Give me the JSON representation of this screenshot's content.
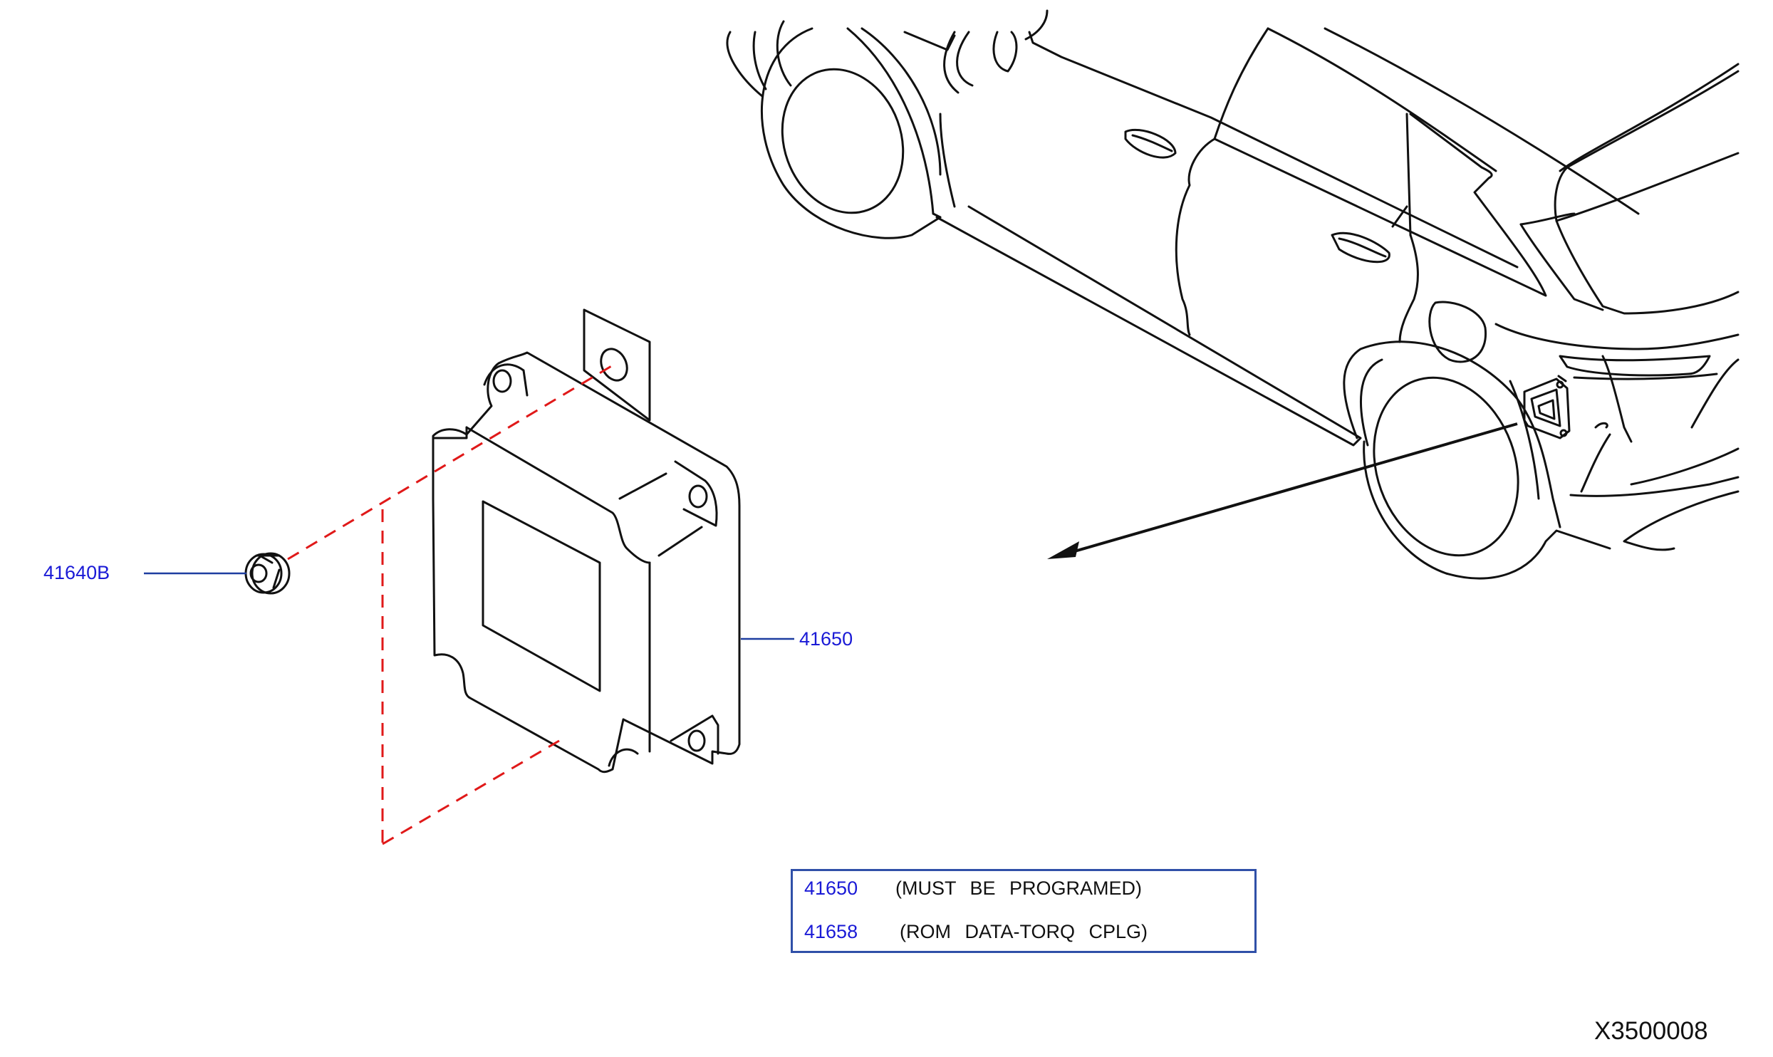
{
  "colors": {
    "part_number": "#1a1ad6",
    "leader": "#1e3ea0",
    "dashed_guide": "#e01919",
    "linework": "#111111",
    "legend_border": "#3050a8"
  },
  "callouts": {
    "nut": "41640B",
    "control_unit": "41650"
  },
  "legend": {
    "rows": [
      {
        "part": "41650",
        "desc": "(MUST BE PROGRAMED)"
      },
      {
        "part": "41658",
        "desc": "(ROM DATA-TORQ CPLG)"
      }
    ]
  },
  "illustration_id": "X3500008"
}
